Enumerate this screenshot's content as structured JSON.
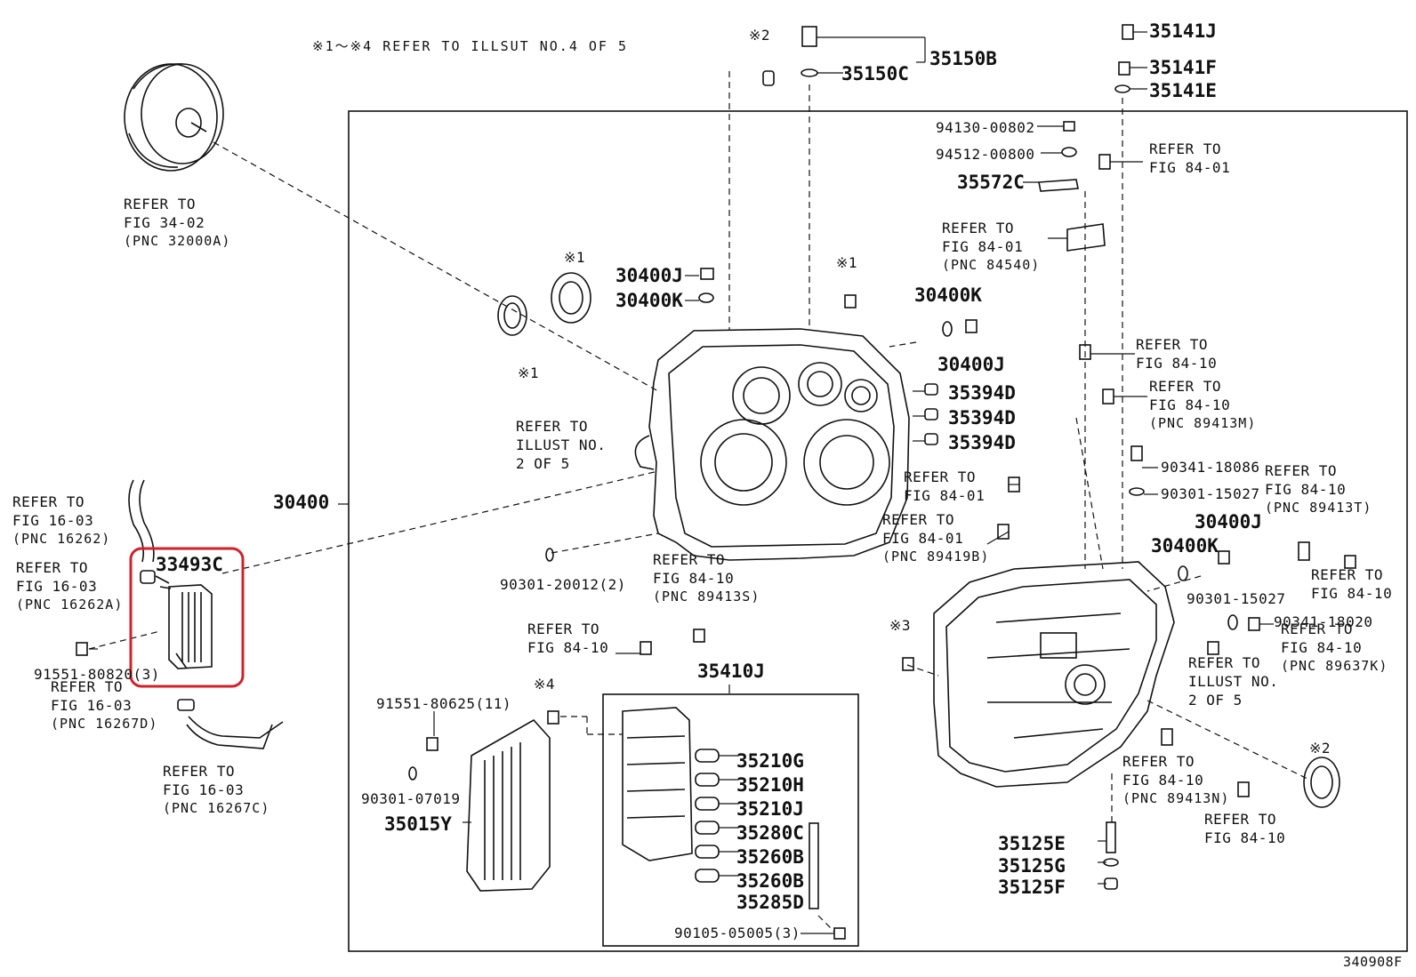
{
  "note": "※1～※4 REFER TO ILLSUT NO.4 OF 5",
  "figure_code": "340908F",
  "highlight": {
    "part": "33493C",
    "color": "#d3202a"
  },
  "parts": {
    "p35141J": "35141J",
    "p35141F": "35141F",
    "p35141E": "35141E",
    "p35150B": "35150B",
    "p35150C": "35150C",
    "s2top": "※2",
    "p94130": "94130-00802",
    "p94512": "94512-00800",
    "p35572C": "35572C",
    "p30400J_a": "30400J",
    "p30400K_a": "30400K",
    "s1a": "※1",
    "s1b": "※1",
    "s1c": "※1",
    "p30400K_b": "30400K",
    "p30400J_b": "30400J",
    "p35394D_1": "35394D",
    "p35394D_2": "35394D",
    "p35394D_3": "35394D",
    "p30400": "30400",
    "p33493C": "33493C",
    "p90341_18086": "90341-18086",
    "p90301_15027a": "90301-15027",
    "p30400J_c": "30400J",
    "p30400K_c": "30400K",
    "p90301_15027b": "90301-15027",
    "p90341_18020": "90341-18020",
    "p90301_20012": "90301-20012(2)",
    "s3": "※3",
    "s4": "※4",
    "s2b": "※2",
    "p91551_80820": "91551-80820(3)",
    "p91551_80625": "91551-80625(11)",
    "p90301_07019": "90301-07019",
    "p35015Y": "35015Y",
    "p35410J": "35410J",
    "p35210G": "35210G",
    "p35210H": "35210H",
    "p35210J": "35210J",
    "p35280C": "35280C",
    "p35260B_1": "35260B",
    "p35260B_2": "35260B",
    "p35285D": "35285D",
    "p90105": "90105-05005(3)",
    "p35125E": "35125E",
    "p35125G": "35125G",
    "p35125F": "35125F"
  },
  "refs": {
    "r_fig3402": {
      "line1": "REFER TO",
      "line2": "FIG 34-02",
      "line3": "(PNC 32000A)"
    },
    "r_fig8401_top": {
      "line1": "REFER TO",
      "line2": "FIG 84-01"
    },
    "r_fig8401_84540": {
      "line1": "REFER TO",
      "line2": "FIG 84-01",
      "line3": "(PNC 84540)"
    },
    "r_fig8410_a": {
      "line1": "REFER TO",
      "line2": "FIG 84-10"
    },
    "r_fig8410_89413M": {
      "line1": "REFER TO",
      "line2": "FIG 84-10",
      "line3": "(PNC 89413M)"
    },
    "r_illust2": {
      "line1": "REFER TO",
      "line2": "ILLUST NO.",
      "line3": "2 OF 5"
    },
    "r_fig8401_b": {
      "line1": "REFER TO",
      "line2": "FIG 84-01"
    },
    "r_fig8401_89419B": {
      "line1": "REFER TO",
      "line2": "FIG 84-01",
      "line3": "(PNC 89419B)"
    },
    "r_fig8410_89413T": {
      "line1": "REFER TO",
      "line2": "FIG 84-10",
      "line3": "(PNC 89413T)"
    },
    "r_fig8410_b": {
      "line1": "REFER TO",
      "line2": "FIG 84-10"
    },
    "r_fig8410_89637K": {
      "line1": "REFER TO",
      "line2": "FIG 84-10",
      "line3": "(PNC 89637K)"
    },
    "r_illust2_b": {
      "line1": "REFER TO",
      "line2": "ILLUST NO.",
      "line3": "2 OF 5"
    },
    "r_fig8410_89413S": {
      "line1": "REFER TO",
      "line2": "FIG 84-10",
      "line3": "(PNC 89413S)"
    },
    "r_fig8410_c": {
      "line1": "REFER TO",
      "line2": "FIG 84-10"
    },
    "r_fig8410_89413N": {
      "line1": "REFER TO",
      "line2": "FIG 84-10",
      "line3": "(PNC 89413N)"
    },
    "r_fig8410_d": {
      "line1": "REFER TO",
      "line2": "FIG 84-10"
    },
    "r_fig1603_16262": {
      "line1": "REFER TO",
      "line2": "FIG 16-03",
      "line3": "(PNC 16262)"
    },
    "r_fig1603_16262A": {
      "line1": "REFER TO",
      "line2": "FIG 16-03",
      "line3": "(PNC 16262A)"
    },
    "r_fig1603_16267D": {
      "line1": "REFER TO",
      "line2": "FIG 16-03",
      "line3": "(PNC 16267D)"
    },
    "r_fig1603_16267C": {
      "line1": "REFER TO",
      "line2": "FIG 16-03",
      "line3": "(PNC 16267C)"
    }
  }
}
